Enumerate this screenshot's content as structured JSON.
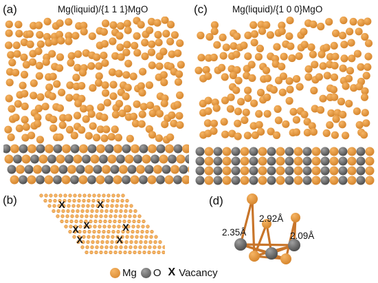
{
  "figure": {
    "panels": {
      "a": {
        "label": "(a)",
        "title": "Mg(liquid)/{1 1 1}MgO"
      },
      "b": {
        "label": "(b)",
        "vacancy_mark": "X"
      },
      "c": {
        "label": "(c)",
        "title": "Mg(liquid)/{1 0 0}MgO"
      },
      "d": {
        "label": "(d)",
        "distances": [
          "2.35Å",
          "2.92Å",
          "2.09Å"
        ]
      }
    },
    "legend": [
      {
        "symbol": "orange-ball",
        "label": "Mg"
      },
      {
        "symbol": "gray-ball",
        "label": "O"
      },
      {
        "symbol": "x-mark",
        "mark": "X",
        "label": "Vacancy"
      }
    ]
  },
  "colors": {
    "mg": "#d4832a",
    "mg_highlight": "#f6b565",
    "o": "#4a4a4a",
    "o_highlight": "#a0a0a0",
    "bond": "#c8752a"
  }
}
